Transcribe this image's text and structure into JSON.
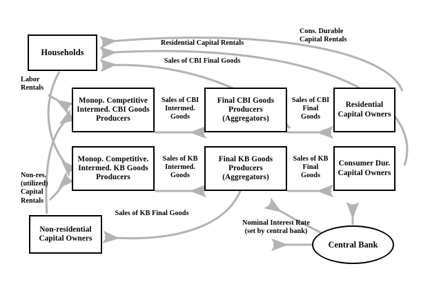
{
  "diagram": {
    "title": "Economy flow diagram",
    "arrow_color": "#b3b3b3",
    "node_border_color": "#000000",
    "background": "#ffffff",
    "nodes": [
      {
        "id": "households",
        "label": "Households",
        "shape": "rect"
      },
      {
        "id": "cbi_interm",
        "label": "Monop. Competitive\nIntermed. CBI\nGoods Producers",
        "shape": "rect"
      },
      {
        "id": "cbi_final",
        "label": "Final CBI\nGoods Producers\n(Aggregators)",
        "shape": "rect"
      },
      {
        "id": "res_capital",
        "label": "Residential\nCapital\nOwners",
        "shape": "rect"
      },
      {
        "id": "kb_interm",
        "label": "Monop. Competitive.\nIntermed. KB\nGoods Producers",
        "shape": "rect"
      },
      {
        "id": "kb_final",
        "label": "Final KB\nGoods Producers\n(Aggregators)",
        "shape": "rect"
      },
      {
        "id": "cons_dur",
        "label": "Consumer\nDur. Capital\nOwners",
        "shape": "rect"
      },
      {
        "id": "nonres_cap",
        "label": "Non-residential\nCapital\nOwners",
        "shape": "rect"
      },
      {
        "id": "central_bank",
        "label": "Central Bank",
        "shape": "ellipse"
      }
    ],
    "edges": [
      {
        "id": "res-cap-rentals",
        "label": "Residential Capital Rentals",
        "from": "res_capital",
        "to": "households"
      },
      {
        "id": "cons-dur-rentals",
        "label": "Cons. Durable\n    Capital Rentals",
        "from": "cons_dur",
        "to": "households"
      },
      {
        "id": "cbi-final-sales-hh",
        "label": "Sales of CBI Final Goods",
        "from": "cbi_final",
        "to": "households"
      },
      {
        "id": "labor-rentals",
        "label": "Labor\nRentals",
        "from": "households",
        "to": "cbi_interm"
      },
      {
        "id": "nonres-rentals",
        "label": "Non-res.\n(utilized)\nCapital\nRentals",
        "from": "nonres_cap",
        "to": "kb_interm"
      },
      {
        "id": "cbi-interm-sales",
        "label": "Sales of CBI\nIntermed.\nGoods",
        "from": "cbi_interm",
        "to": "cbi_final"
      },
      {
        "id": "cbi-final-sales",
        "label": "Sales of CBI\nFinal\nGoods",
        "from": "cbi_final",
        "to": "res_capital"
      },
      {
        "id": "kb-interm-sales",
        "label": "Sales of KB\nIntermed.\nGoods",
        "from": "kb_interm",
        "to": "kb_final"
      },
      {
        "id": "kb-final-sales",
        "label": "Sales of KB\nFinal\nGoods",
        "from": "kb_final",
        "to": "cons_dur"
      },
      {
        "id": "kb-final-sales-nr",
        "label": "Sales of KB Final Goods",
        "from": "kb_final",
        "to": "nonres_cap"
      },
      {
        "id": "nominal-rate",
        "label": "Nominal Interest Rate\n(set by central bank)",
        "from": "central_bank",
        "to": "kb_final"
      }
    ]
  }
}
